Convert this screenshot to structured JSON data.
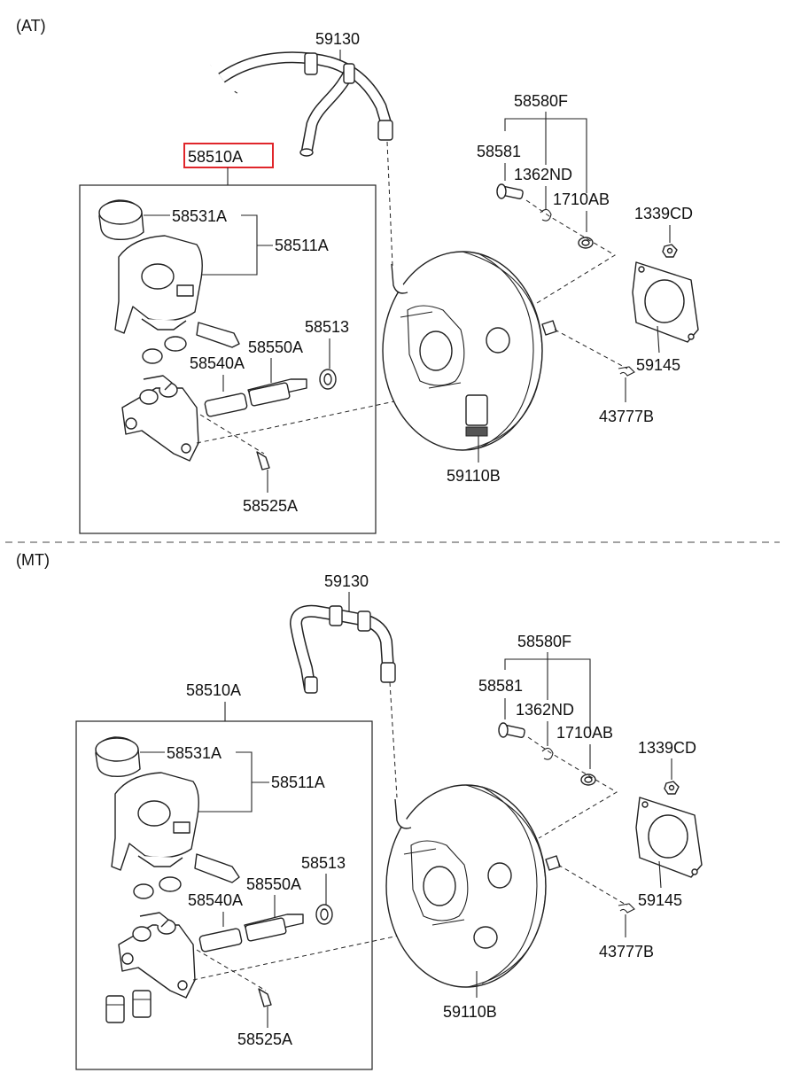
{
  "sections": {
    "at": {
      "title": "(AT)",
      "assembly": "58510A",
      "highlighted": true,
      "labels": {
        "hose": "59130",
        "clevis_set": "58580F",
        "clevis_pin": "58581",
        "clip": "1362ND",
        "washer": "1710AB",
        "nut": "1339CD",
        "cap": "58531A",
        "reservoir": "58511A",
        "seal": "58513",
        "primary_piston": "58550A",
        "secondary_piston": "58540A",
        "gasket": "59145",
        "pin": "43777B",
        "booster": "59110B",
        "bolt": "58525A"
      }
    },
    "mt": {
      "title": "(MT)",
      "assembly": "58510A",
      "highlighted": false,
      "labels": {
        "hose": "59130",
        "clevis_set": "58580F",
        "clevis_pin": "58581",
        "clip": "1362ND",
        "washer": "1710AB",
        "nut": "1339CD",
        "cap": "58531A",
        "reservoir": "58511A",
        "seal": "58513",
        "primary_piston": "58550A",
        "secondary_piston": "58540A",
        "gasket": "59145",
        "pin": "43777B",
        "booster": "59110B",
        "bolt": "58525A"
      }
    }
  },
  "colors": {
    "highlight": "#e0262b",
    "line": "#222222"
  }
}
